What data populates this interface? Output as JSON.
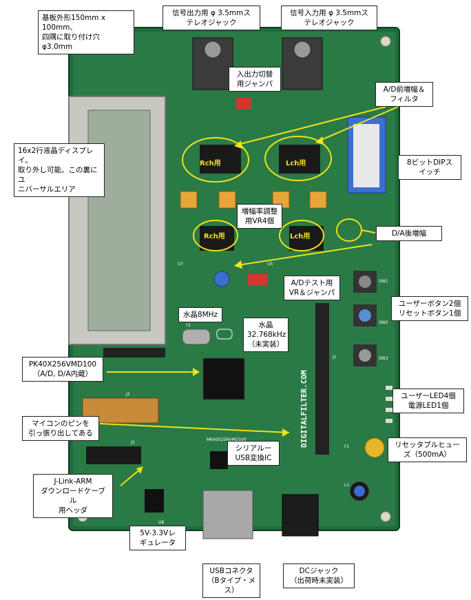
{
  "callouts": {
    "board_size": "基板外形150mm x 100mm、\n四隅に取り付け穴 φ3.0mm",
    "output_jack": "信号出力用 φ 3.5mmス\nテレオジャック",
    "input_jack": "信号入力用 φ 3.5mmス\nテレオジャック",
    "io_jumper": "入出力切替\n用ジャンパ",
    "ad_preamp": "A/D前増幅＆\nフィルタ",
    "lcd": "16x2行液晶ディスプレイ。\n取り外し可能。この裏にユ\nニバーサルエリア",
    "dip_switch": "8ビットDIPス\nイッチ",
    "gain_vr": "増幅率調整\n用VR4個",
    "da_postamp": "D/A後増幅",
    "ad_test": "A/Dテスト用\nVR＆ジャンパ",
    "user_buttons": "ユーザーボタン2個\nリセットボタン1個",
    "crystal_8mhz": "水晶8MHz",
    "crystal_32k": "水晶\n32.768kHz\n（未実装）",
    "mcu": "PK40X256VMD100\n（A/D, D/A内蔵）",
    "leds": "ユーザーLED4個\n電源LED1個",
    "mcu_pins": "マイコンのピンを\n引っ張り出してある",
    "serial_usb": "シリアルー\nUSB変換IC",
    "fuse": "リセッタブルヒュー\nズ（500mA）",
    "jlink": "J-Link-ARM\nダウンロードケーブル\n用ヘッダ",
    "regulator": "5V-3.3Vレ\nギュレータ",
    "usb": "USBコネクタ\n（Bタイプ・メス）",
    "dc_jack": "DCジャック\n（出荷時未実装）"
  },
  "board_labels": {
    "rch_top": "Rch用",
    "lch_top": "Lch用",
    "rch_bottom": "Rch用",
    "lch_bottom": "Lch用",
    "vertical_text": "DIGITALFILTER.COM",
    "part_number": "MK40X256VMD100",
    "ref_u8": "U8",
    "ref_u7": "U7",
    "ref_u5": "U5",
    "ref_j2": "J2",
    "ref_j3": "J3",
    "ref_j1": "J1",
    "ref_sw1": "SW1",
    "ref_sw2": "SW2",
    "ref_sw3": "SW3",
    "ref_f1": "F1",
    "ref_l1": "L1",
    "ref_y1": "Y1"
  },
  "colors": {
    "pcb": "#1f6b3a",
    "highlight": "#f2e21a",
    "arrow": "#f2e21a"
  }
}
